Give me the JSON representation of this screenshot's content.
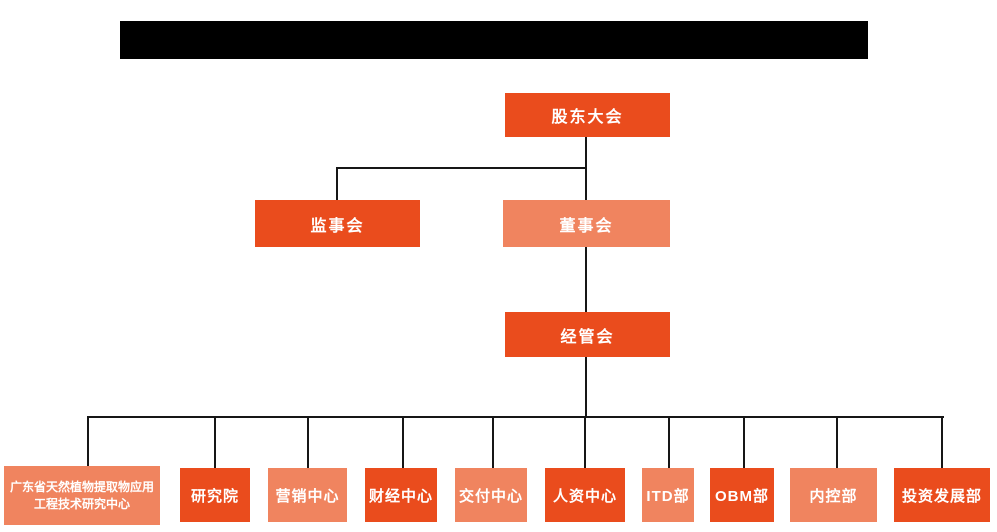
{
  "page": {
    "background_color": "#ffffff",
    "title_bar": {
      "present": true,
      "color": "#000000",
      "note": "solid black redaction bar, no visible text"
    }
  },
  "colors": {
    "primary_orange": "#EA4C1D",
    "secondary_salmon": "#F0845F",
    "connector_line": "#161616",
    "box_text": "#ffffff"
  },
  "org_chart": {
    "level1": {
      "label": "股东大会",
      "variant": "primary"
    },
    "level2": [
      {
        "label": "监事会",
        "variant": "primary"
      },
      {
        "label": "董事会",
        "variant": "secondary"
      }
    ],
    "level3": {
      "label": "经管会",
      "variant": "primary"
    },
    "departments": [
      {
        "label": "广东省天然植物提取物应用工程技术研究中心",
        "variant": "secondary"
      },
      {
        "label": "研究院",
        "variant": "primary"
      },
      {
        "label": "营销中心",
        "variant": "secondary"
      },
      {
        "label": "财经中心",
        "variant": "primary"
      },
      {
        "label": "交付中心",
        "variant": "secondary"
      },
      {
        "label": "人资中心",
        "variant": "primary"
      },
      {
        "label": "ITD部",
        "variant": "secondary"
      },
      {
        "label": "OBM部",
        "variant": "primary"
      },
      {
        "label": "内控部",
        "variant": "secondary"
      },
      {
        "label": "投资发展部",
        "variant": "primary"
      }
    ]
  }
}
